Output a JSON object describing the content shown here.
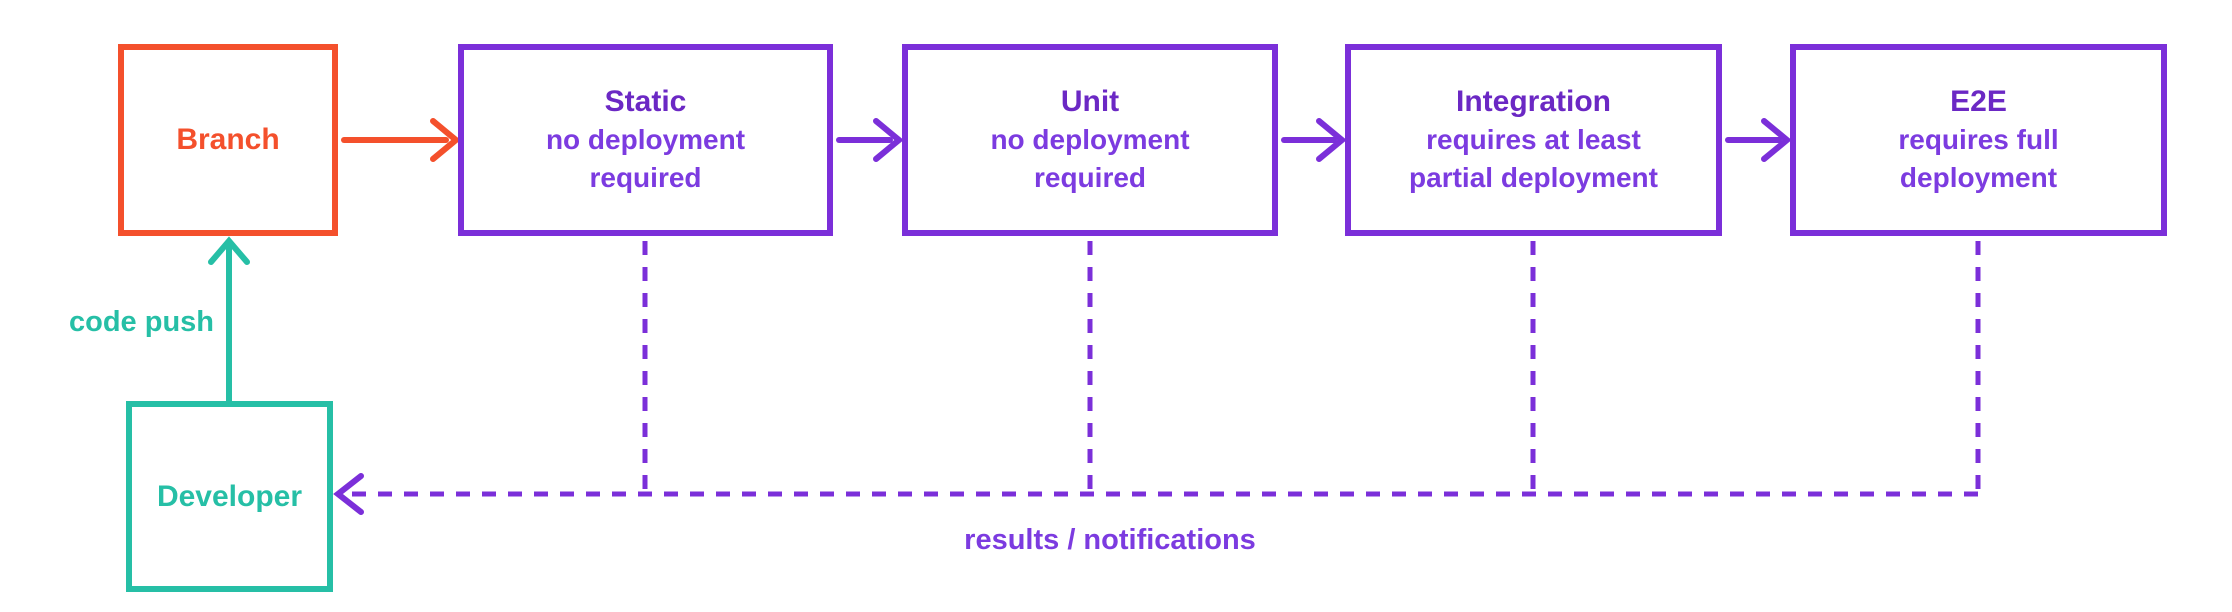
{
  "colors": {
    "orange": "#f4502c",
    "teal": "#26bfa6",
    "purple": "#7b2fd9",
    "purple_title": "#6b28c4",
    "purple_body": "#7c3be0"
  },
  "nodes": {
    "branch": {
      "label": "Branch"
    },
    "static": {
      "title": "Static",
      "subtitle_line1": "no deployment",
      "subtitle_line2": "required"
    },
    "unit": {
      "title": "Unit",
      "subtitle_line1": "no deployment",
      "subtitle_line2": "required"
    },
    "integration": {
      "title": "Integration",
      "subtitle_line1": "requires at least",
      "subtitle_line2": "partial deployment"
    },
    "e2e": {
      "title": "E2E",
      "subtitle_line1": "requires full",
      "subtitle_line2": "deployment"
    },
    "developer": {
      "label": "Developer"
    }
  },
  "edge_labels": {
    "code_push": "code push",
    "results": "results / notifications"
  }
}
